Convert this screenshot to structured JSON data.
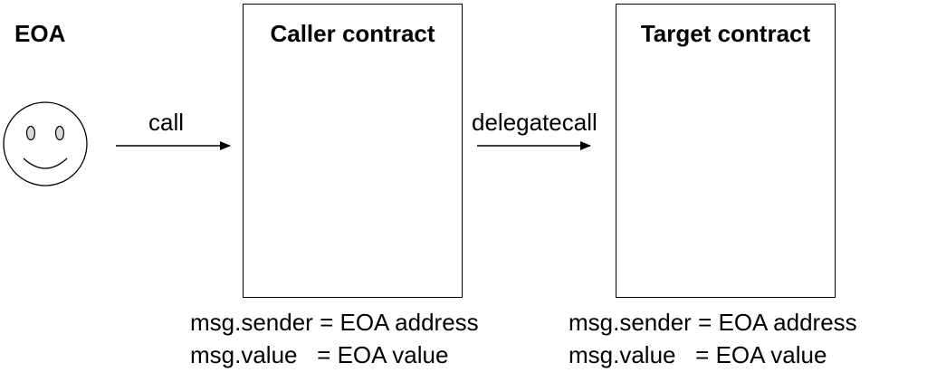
{
  "eoa": {
    "title": "EOA",
    "icon": "smiley-face-icon"
  },
  "arrows": {
    "call_label": "call",
    "delegatecall_label": "delegatecall"
  },
  "caller": {
    "title": "Caller contract",
    "msg_sender": "msg.sender = EOA address",
    "msg_value": "msg.value   = EOA value"
  },
  "target": {
    "title": "Target contract",
    "msg_sender": "msg.sender = EOA address",
    "msg_value": "msg.value   = EOA value"
  },
  "colors": {
    "stroke": "#000000",
    "background": "#ffffff"
  }
}
